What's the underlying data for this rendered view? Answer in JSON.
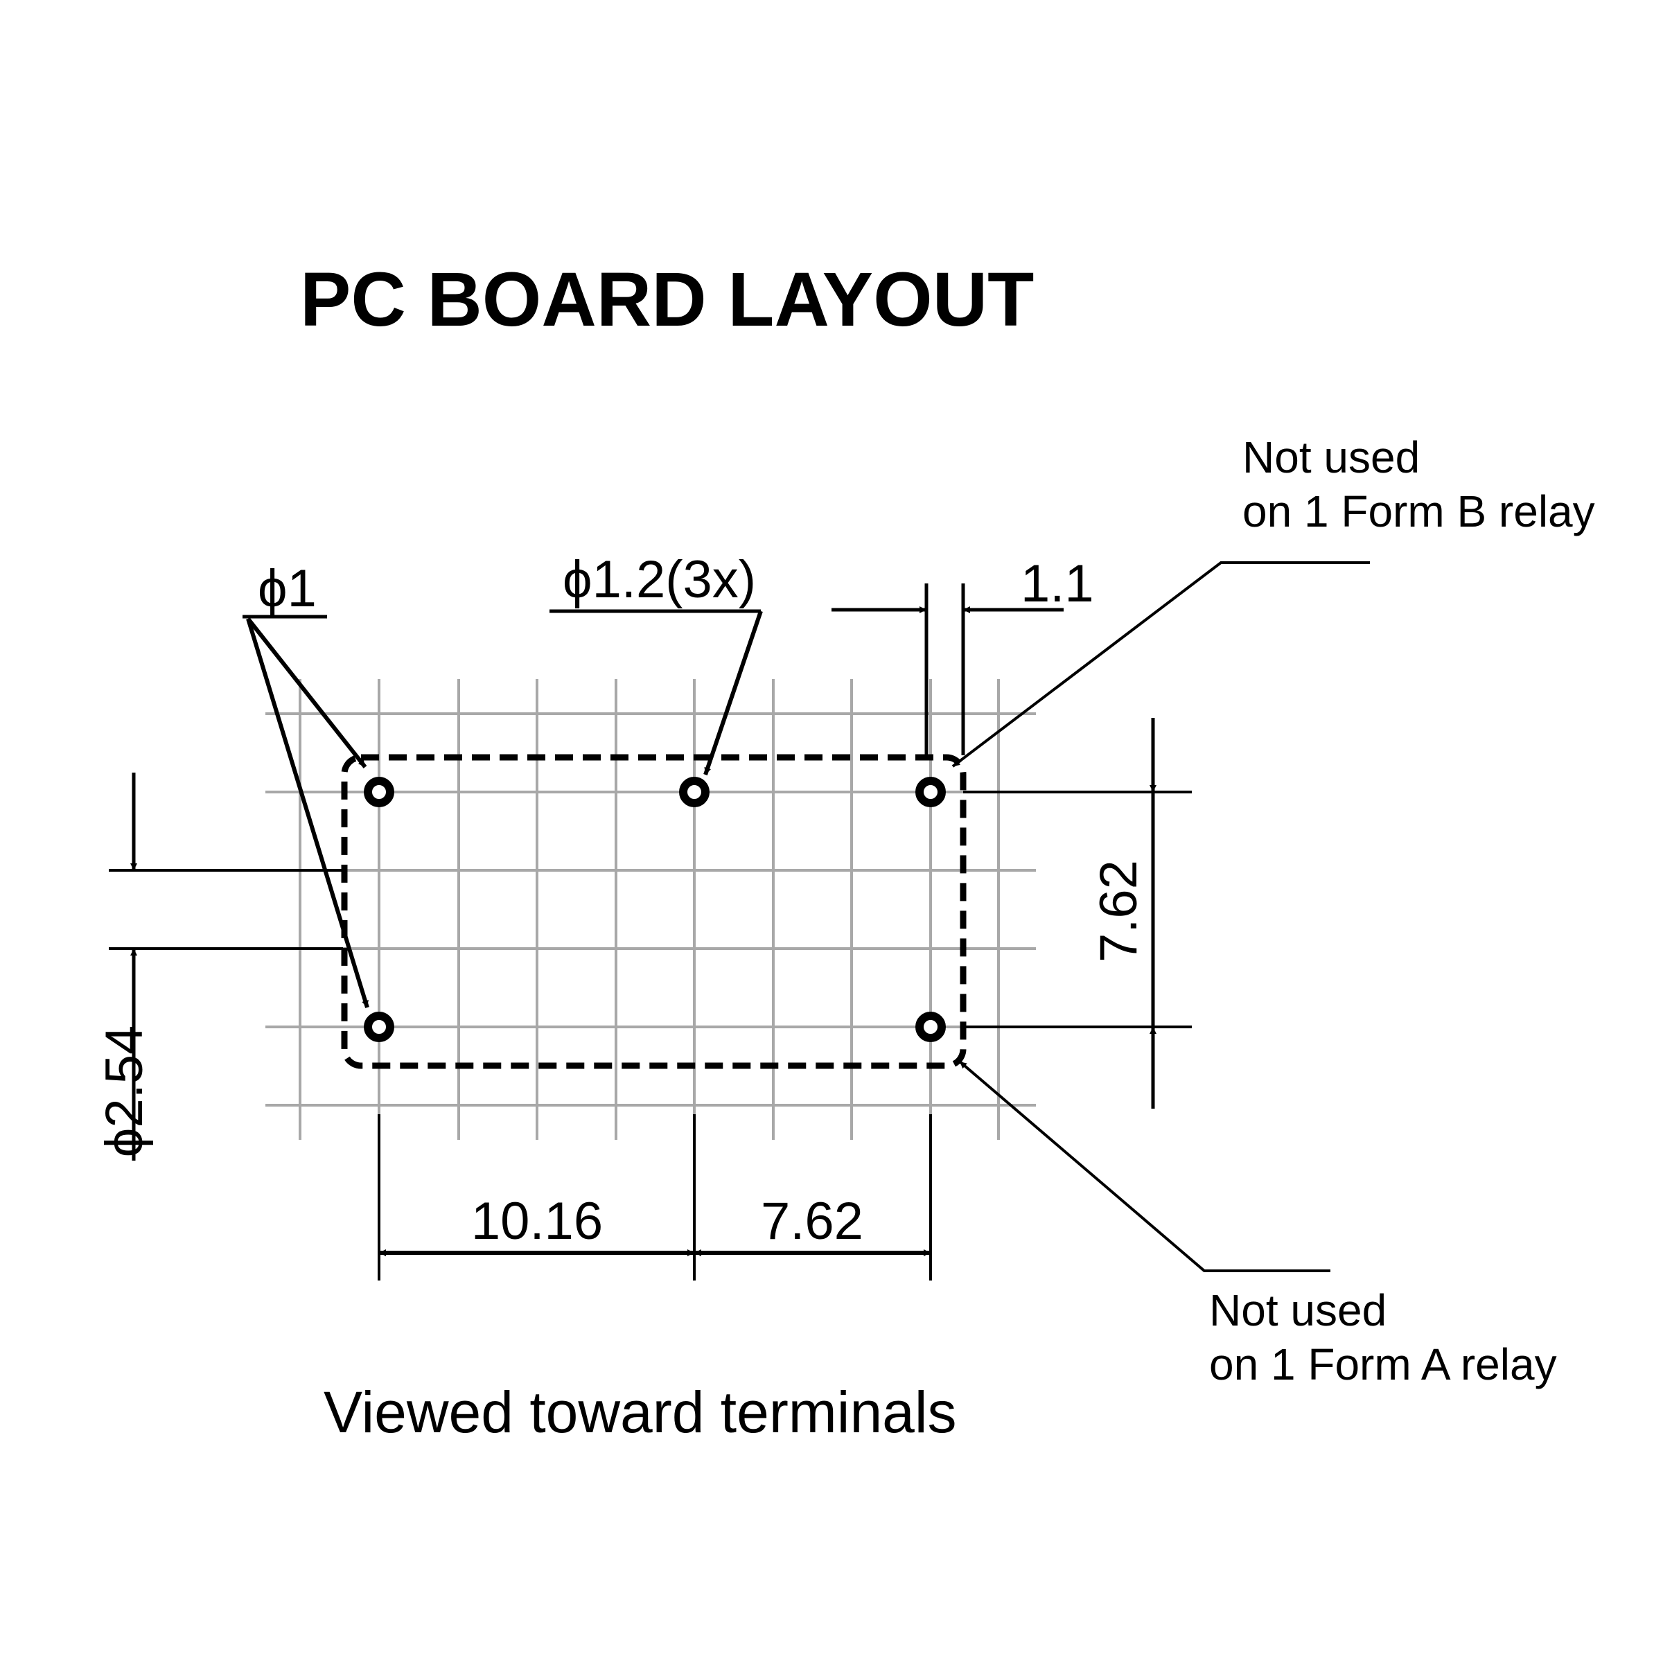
{
  "title": "PC BOARD LAYOUT",
  "caption": "Viewed toward terminals",
  "notes": {
    "form_b": [
      "Not used",
      "on 1 Form B relay"
    ],
    "form_a": [
      "Not used",
      "on 1 Form A relay"
    ]
  },
  "dimensions": {
    "hole_small": "ϕ1",
    "hole_large": "ϕ1.2(3x)",
    "pad_gap": "1.1",
    "row_spacing": "7.62",
    "pitch": "ϕ2.54",
    "span_left": "10.16",
    "span_right": "7.62"
  },
  "colors": {
    "ink": "#000000",
    "grid": "#a8a8a8",
    "background": "#ffffff"
  }
}
